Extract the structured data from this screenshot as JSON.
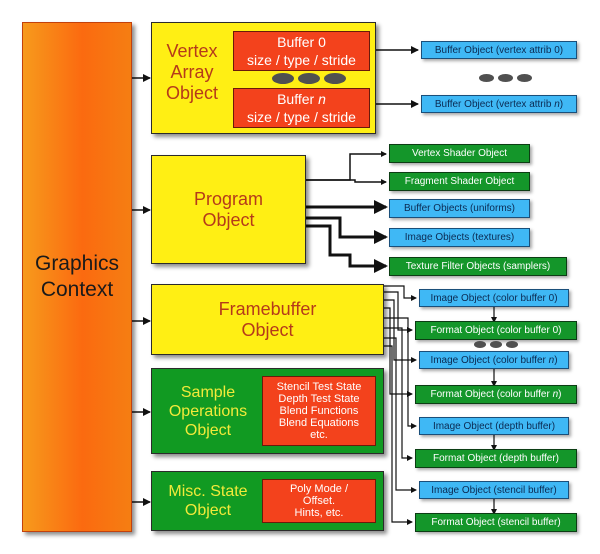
{
  "context": {
    "label": "Graphics\nContext"
  },
  "vertex_array": {
    "label": "Vertex\nArray\nObject",
    "buffers": [
      {
        "line1": "Buffer 0",
        "line2": "size / type / stride"
      },
      {
        "line1_prefix": "Buffer ",
        "line1_var": "n",
        "line2": "size / type / stride"
      }
    ],
    "outputs": [
      {
        "label": "Buffer Object (vertex attrib 0)"
      },
      {
        "prefix": "Buffer Object (vertex attrib ",
        "var": "n",
        "suffix": ")"
      }
    ]
  },
  "program": {
    "label": "Program\nObject",
    "outputs": [
      {
        "label": "Vertex Shader Object"
      },
      {
        "label": "Fragment Shader Object"
      },
      {
        "label": "Buffer Objects (uniforms)"
      },
      {
        "label": "Image Objects (textures)"
      },
      {
        "label": "Texture Filter Objects (samplers)"
      }
    ]
  },
  "framebuffer": {
    "label": "Framebuffer\nObject",
    "outputs": [
      {
        "image": "Image Object (color buffer 0)",
        "format": "Format Object (color buffer 0)"
      },
      {
        "image_prefix": "Image Object (color buffer ",
        "image_var": "n",
        "image_suffix": ")",
        "format_prefix": "Format Object (color buffer ",
        "format_var": "n",
        "format_suffix": ")"
      },
      {
        "image": "Image Object (depth buffer)",
        "format": "Format Object (depth buffer)"
      },
      {
        "image": "Image Object (stencil buffer)",
        "format": "Format Object (stencil buffer)"
      }
    ]
  },
  "sample_ops": {
    "label": "Sample\nOperations\nObject",
    "details": "Stencil Test State\nDepth Test State\nBlend Functions\nBlend Equations\netc."
  },
  "misc_state": {
    "label": "Misc. State\nObject",
    "details": "Poly Mode /\nOffset.\nHints, etc."
  },
  "colors": {
    "context": "#fb6a10",
    "state_object": "#ffef14",
    "state_object_text": "#b53a1a",
    "green_object": "#119a22",
    "green_object_text": "#f2ea3a",
    "detail_box": "#f3421c",
    "buffer_object": "#3fb8f5",
    "shader_object": "#14962a"
  }
}
